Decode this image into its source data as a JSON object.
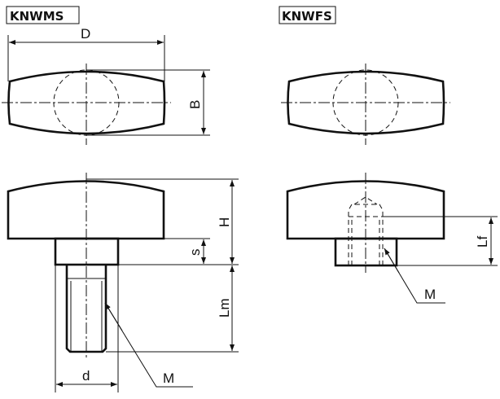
{
  "titles": {
    "left": "KNWMS",
    "right": "KNWFS"
  },
  "dimensions": {
    "D": "D",
    "B": "B",
    "H": "H",
    "s": "s",
    "Lm": "Lm",
    "d": "d",
    "M_left": "M",
    "Lf": "Lf",
    "M_right": "M"
  }
}
